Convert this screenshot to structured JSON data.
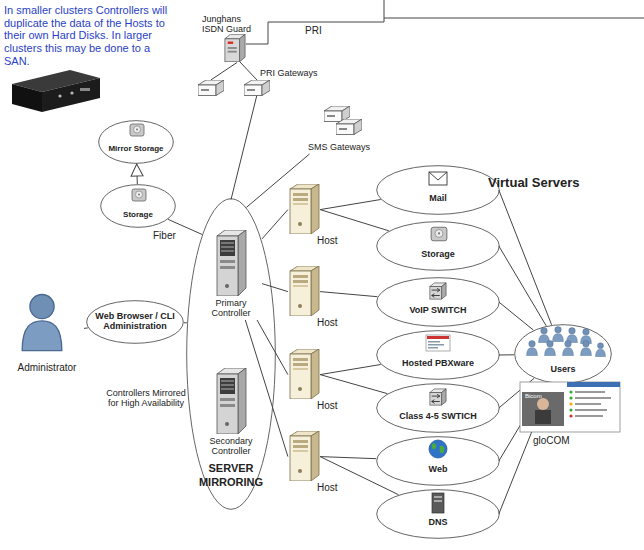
{
  "diagram": {
    "nodes": [
      {
        "text": [
          "Junghans ISDN Guard"
        ]
      },
      {
        "text": [
          "PRI Gateways"
        ]
      },
      {
        "text": [
          "SMS Gateways"
        ]
      },
      {
        "text": [
          "Mirror Storage"
        ]
      },
      {
        "text": [
          "Storage"
        ]
      },
      {
        "text": [
          "Administrator"
        ]
      },
      {
        "text": [
          "Web Browser / CLI Administration"
        ]
      },
      {
        "text": [
          "SERVER MIRRORING"
        ]
      },
      {
        "text": [
          "Primary Controller"
        ],
        "in": 7
      },
      {
        "text": [
          "Secondary Controller"
        ],
        "in": 7
      },
      {
        "text": [
          "Host"
        ]
      },
      {
        "text": [
          "Host"
        ]
      },
      {
        "text": [
          "Host"
        ]
      },
      {
        "text": [
          "Host"
        ]
      },
      {
        "text": [
          "Mail"
        ]
      },
      {
        "text": [
          "Storage"
        ]
      },
      {
        "text": [
          "VoIP SWITCH"
        ]
      },
      {
        "text": [
          "Hosted PBXware"
        ]
      },
      {
        "text": [
          "Class 4-5 SWTICH"
        ]
      },
      {
        "text": [
          "Web"
        ]
      },
      {
        "text": [
          "DNS"
        ]
      },
      {
        "text": [
          "Users"
        ]
      }
    ],
    "edges": [
      {
        "from": 0,
        "to": 1,
        "arrow": "none"
      },
      {
        "from": 1,
        "to": 7,
        "arrow": "none"
      },
      {
        "from": 2,
        "to": 7,
        "arrow": "none"
      },
      {
        "from": 4,
        "to": 3,
        "arrow": "to"
      },
      {
        "from": 4,
        "to": 7,
        "label": "Fiber",
        "arrow": "none"
      },
      {
        "from": 5,
        "to": 6,
        "arrow": "none"
      },
      {
        "from": 6,
        "to": 7,
        "arrow": "none"
      },
      {
        "from": 8,
        "to": 10,
        "arrow": "none"
      },
      {
        "from": 8,
        "to": 11,
        "arrow": "none"
      },
      {
        "from": 8,
        "to": 12,
        "arrow": "none"
      },
      {
        "from": 8,
        "to": 13,
        "arrow": "none"
      },
      {
        "from": 10,
        "to": 14,
        "arrow": "none"
      },
      {
        "from": 10,
        "to": 15,
        "arrow": "none"
      },
      {
        "from": 11,
        "to": 16,
        "arrow": "none"
      },
      {
        "from": 12,
        "to": 17,
        "arrow": "none"
      },
      {
        "from": 12,
        "to": 18,
        "arrow": "none"
      },
      {
        "from": 13,
        "to": 19,
        "arrow": "none"
      },
      {
        "from": 13,
        "to": 20,
        "arrow": "none"
      },
      {
        "from": 14,
        "to": 21,
        "arrow": "none"
      },
      {
        "from": 15,
        "to": 21,
        "arrow": "none"
      },
      {
        "from": 16,
        "to": 21,
        "arrow": "none"
      },
      {
        "from": 17,
        "to": 21,
        "arrow": "none"
      },
      {
        "from": 18,
        "to": 21,
        "arrow": "none"
      },
      {
        "from": 19,
        "to": 21,
        "arrow": "none"
      },
      {
        "from": 20,
        "to": 21,
        "arrow": "none"
      }
    ],
    "labels": [
      "In smaller clusters Controllers will duplicate the data of the Hosts to their own Hard Disks. In larger clusters this may be done to a SAN.",
      "PRI",
      "Controllers Mirrored for High Availability",
      "Virtual Servers",
      "gloCOM",
      "Bicom"
    ]
  }
}
